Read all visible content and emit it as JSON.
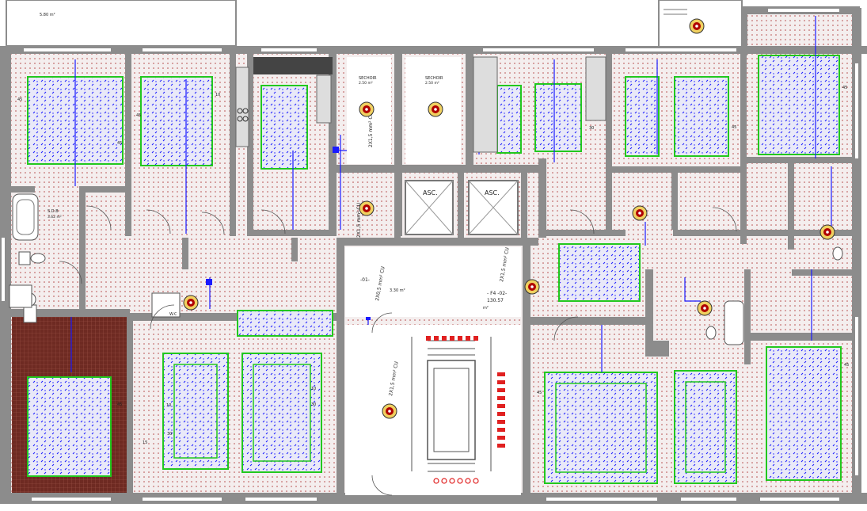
{
  "drawing": {
    "elevator_labels": [
      "ASC.",
      "ASC."
    ],
    "dryer_labels": [
      {
        "name": "SECHOIR",
        "area": "2.50 m²"
      },
      {
        "name": "SECHOIR",
        "area": "2.50 m²"
      }
    ],
    "bath_label": {
      "name": "S.D.B",
      "area": "3.62 m²"
    },
    "wc_label": "W.C",
    "stair_hall": {
      "ref": "-01-",
      "label": "2X0,5 mm² CU",
      "area": "3.30 m²"
    },
    "landing": {
      "ref": "- F4 -02-",
      "area": "130.57",
      "unit": "m²"
    },
    "cable_notes": [
      "2X1,5 mm² CU",
      "2X1,5 mm² CU",
      "2X1,5 mm² CU",
      "2X1,5 mm² CU"
    ],
    "dims": {
      "d45": "45",
      "d30": "30",
      "d10": "10",
      "d15": "15"
    },
    "balcony_area": "5.80 m²"
  },
  "colors": {
    "wall": "#8c8c8c",
    "heating_loop": "#22c81e",
    "pipe": "#1a1aff",
    "floor_dot": "#b54848",
    "tile": "#6e2a22",
    "stair_red": "#e02020",
    "target_ring": "#b00000"
  }
}
